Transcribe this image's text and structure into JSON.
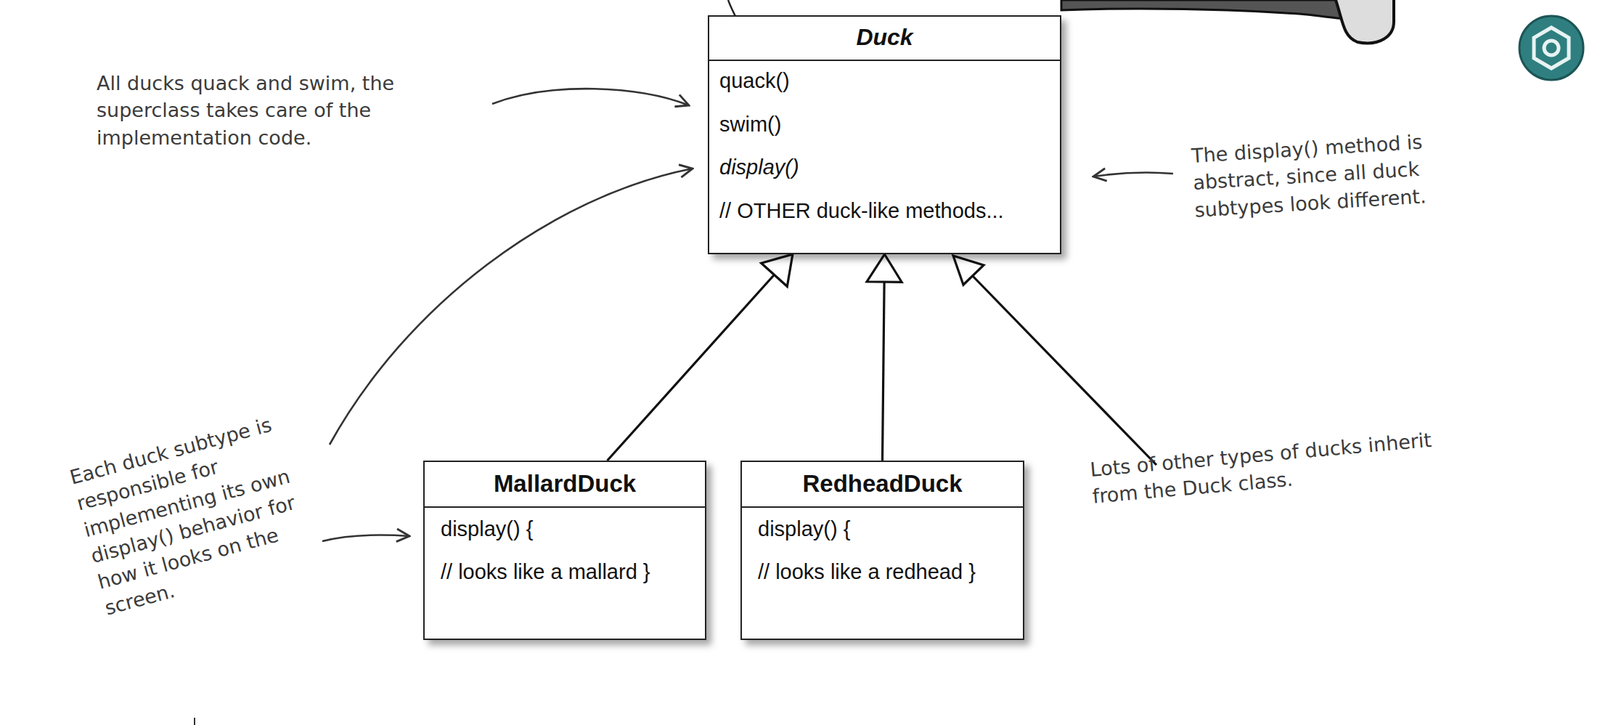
{
  "diagram": {
    "nodes": [
      {
        "text": [
          "Duck",
          "quack()",
          "swim()",
          "display()",
          "// OTHER duck-like methods..."
        ]
      },
      {
        "text": [
          "MallardDuck",
          "display() {",
          "// looks like a mallard }"
        ]
      },
      {
        "text": [
          "RedheadDuck",
          "display() {",
          "// looks like a redhead }"
        ]
      }
    ],
    "edges": [
      {
        "from": 1,
        "to": 0,
        "arrow": "to"
      },
      {
        "from": 2,
        "to": 0,
        "arrow": "to"
      }
    ],
    "labels": [
      "All ducks quack and swim, the superclass takes care of the implementation code.",
      "The display() method is abstract, since all duck subtypes look different.",
      "Each duck subtype is responsible for implementing its own display() behavior for how it looks on the screen.",
      "Lots of other types of ducks inherit from the Duck class."
    ]
  }
}
